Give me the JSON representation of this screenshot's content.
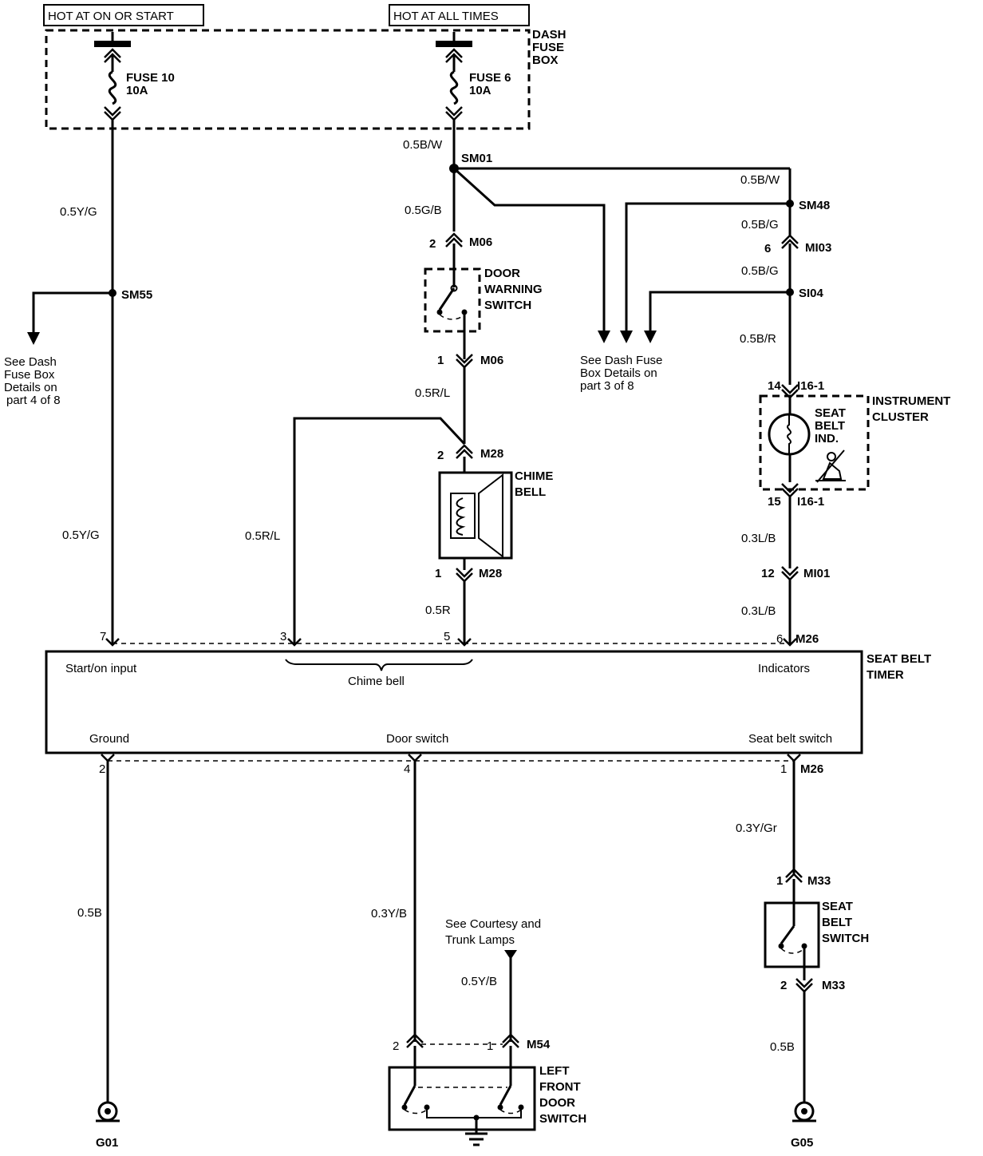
{
  "headers": {
    "hot_on_start": "HOT AT ON OR START",
    "hot_all_times": "HOT AT ALL TIMES"
  },
  "fuse_box": {
    "label_1": "DASH",
    "label_2": "FUSE",
    "label_3": "BOX",
    "fuse10_name": "FUSE 10",
    "fuse10_rating": "10A",
    "fuse6_name": "FUSE 6",
    "fuse6_rating": "10A"
  },
  "wires": {
    "w_05bw_top": "0.5B/W",
    "w_05bw_right": "0.5B/W",
    "w_05yg_top": "0.5Y/G",
    "w_05yg_mid": "0.5Y/G",
    "w_05gb": "0.5G/B",
    "w_05bg_1": "0.5B/G",
    "w_05bg_2": "0.5B/G",
    "w_05br": "0.5B/R",
    "w_05rl_1": "0.5R/L",
    "w_05rl_2": "0.5R/L",
    "w_05r": "0.5R",
    "w_03lb_1": "0.3L/B",
    "w_03lb_2": "0.3L/B",
    "w_05b_left": "0.5B",
    "w_03yb": "0.3Y/B",
    "w_05yb": "0.5Y/B",
    "w_03ygr": "0.3Y/Gr",
    "w_05b_right": "0.5B"
  },
  "splices": {
    "sm01": "SM01",
    "sm48": "SM48",
    "sm55": "SM55",
    "si04": "SI04"
  },
  "connectors": {
    "m06_top": "M06",
    "m06_top_pin": "2",
    "m06_bot": "M06",
    "m06_bot_pin": "1",
    "mi03": "MI03",
    "mi03_pin": "6",
    "i16_top": "I16-1",
    "i16_top_pin": "14",
    "i16_bot": "I16-1",
    "i16_bot_pin": "15",
    "m28_top": "M28",
    "m28_top_pin": "2",
    "m28_bot": "M28",
    "m28_bot_pin": "1",
    "mi01": "MI01",
    "mi01_pin": "12",
    "m26_top": "M26",
    "m26_bot": "M26",
    "m33_top": "M33",
    "m33_top_pin": "1",
    "m33_bot": "M33",
    "m33_bot_pin": "2",
    "m54": "M54",
    "m54_pin1": "1",
    "m54_pin2": "2",
    "timer_pin7": "7",
    "timer_pin3": "3",
    "timer_pin5": "5",
    "timer_pin6": "6",
    "timer_pin2": "2",
    "timer_pin4": "4",
    "timer_pin1": "1"
  },
  "components": {
    "door_warning_1": "DOOR",
    "door_warning_2": "WARNING",
    "door_warning_3": "SWITCH",
    "chime_1": "CHIME",
    "chime_2": "BELL",
    "cluster_1": "INSTRUMENT",
    "cluster_2": "CLUSTER",
    "seatbelt_ind_1": "SEAT",
    "seatbelt_ind_2": "BELT",
    "seatbelt_ind_3": "IND.",
    "timer_1": "SEAT BELT",
    "timer_2": "TIMER",
    "timer_startup": "Start/on input",
    "timer_chime": "Chime bell",
    "timer_indicators": "Indicators",
    "timer_ground": "Ground",
    "timer_door": "Door switch",
    "timer_seatbelt": "Seat belt switch",
    "sb_switch_1": "SEAT",
    "sb_switch_2": "BELT",
    "sb_switch_3": "SWITCH",
    "lf_door_1": "LEFT",
    "lf_door_2": "FRONT",
    "lf_door_3": "DOOR",
    "lf_door_4": "SWITCH"
  },
  "references": {
    "dash4_1": "See Dash",
    "dash4_2": "Fuse Box",
    "dash4_3": "Details on",
    "dash4_4": "part 4 of 8",
    "dash3_1": "See Dash Fuse",
    "dash3_2": "Box Details on",
    "dash3_3": "part 3 of 8",
    "courtesy_1": "See Courtesy and",
    "courtesy_2": "Trunk Lamps"
  },
  "grounds": {
    "g01": "G01",
    "g05": "G05"
  }
}
